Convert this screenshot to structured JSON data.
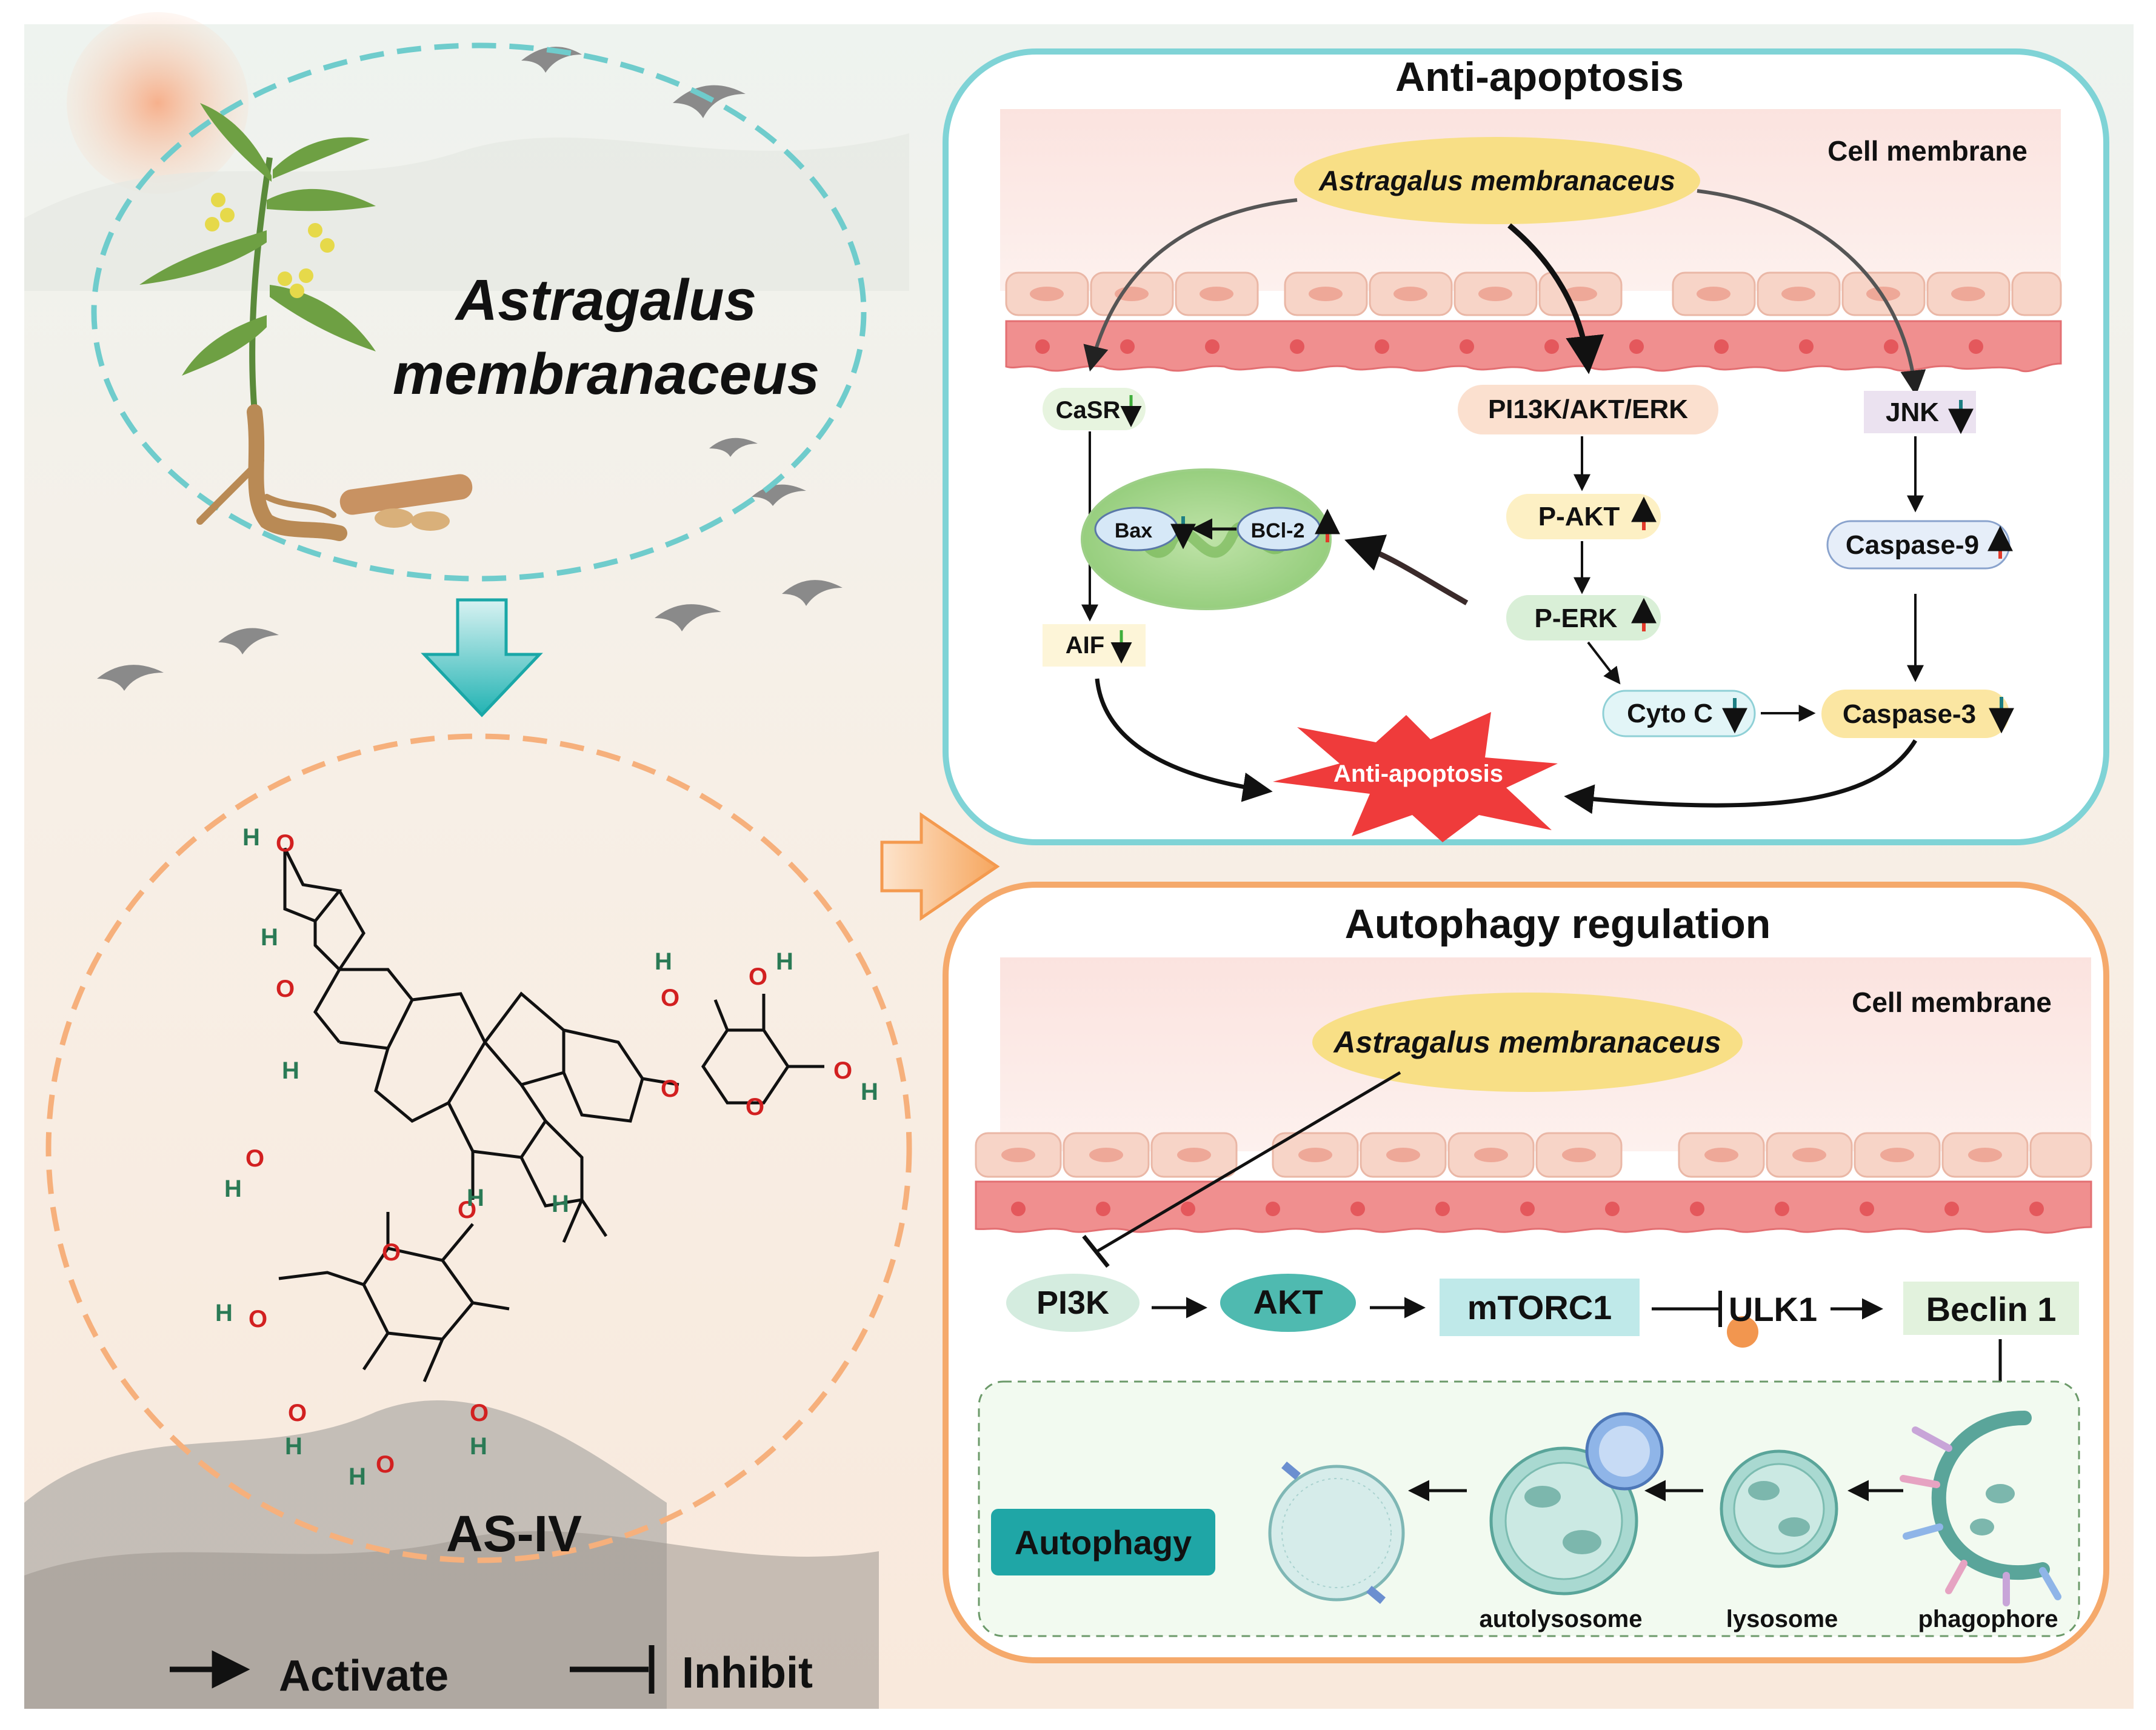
{
  "plant": {
    "title_line1": "Astragalus",
    "title_line2": "membranaceus"
  },
  "compound": {
    "name": "AS-IV",
    "atoms": {
      "h": "H",
      "o": "O"
    }
  },
  "legend": {
    "activate": "Activate",
    "inhibit": "Inhibit"
  },
  "anti_apoptosis": {
    "title": "Anti-apoptosis",
    "membrane_label": "Cell membrane",
    "source": "Astragalus membranaceus",
    "nodes": {
      "casr": "CaSR",
      "aif": "AIF",
      "pi3k_akt_erk": "PI13K/AKT/ERK",
      "p_akt": "P-AKT",
      "p_erk": "P-ERK",
      "cyto_c": "Cyto C",
      "jnk": "JNK",
      "caspase9": "Caspase-9",
      "caspase3": "Caspase-3",
      "bax": "Bax",
      "bcl2": "BCl-2",
      "outcome": "Anti-apoptosis"
    }
  },
  "autophagy": {
    "title": "Autophagy regulation",
    "membrane_label": "Cell membrane",
    "source": "Astragalus membranaceus",
    "nodes": {
      "pi3k": "PI3K",
      "akt": "AKT",
      "mtorc1": "mTORC1",
      "ulk1": "ULK1",
      "beclin1": "Beclin 1",
      "autophagy": "Autophagy",
      "autolysosome": "autolysosome",
      "lysosome": "lysosome",
      "phagophore": "phagophore"
    }
  },
  "colors": {
    "teal_border": "#7fd3d6",
    "orange_border": "#f5a96b",
    "membrane_pink": "#f6c6bf",
    "up_arrow": "#e23a2a",
    "down_arrow_green": "#3fae3b",
    "down_arrow_teal": "#1e7f83",
    "burst_red": "#ef3b3b",
    "source_yellow": "#f8df86",
    "autophagy_badge": "#1fa6a6"
  },
  "icons": {
    "bird": "bird-silhouette-icon",
    "plant": "astragalus-plant-icon",
    "down_arrow": "teal-down-arrow-icon",
    "right_arrow": "orange-right-arrow-icon"
  }
}
